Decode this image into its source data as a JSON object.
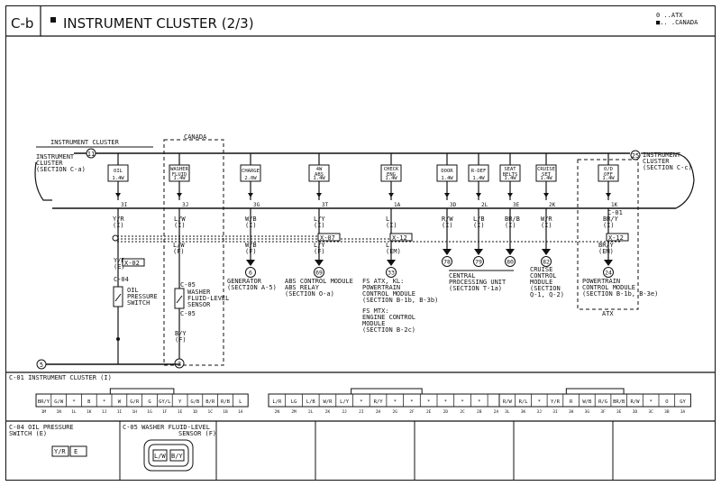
{
  "header": {
    "code": "C-b",
    "title": "INSTRUMENT CLUSTER (2/3)",
    "legend_line1": "0 ..ATX",
    "legend_line2": "■.. .CANADA"
  },
  "bus": {
    "label": "INSTRUMENT CLUSTER",
    "left_ref": "11",
    "left_lines": [
      "INSTRUMENT",
      "CLUSTER",
      "(SECTION C-a)"
    ],
    "right_ref": "25",
    "right_lines": [
      "INSTRUMENT",
      "CLUSTER",
      "(SECTION C-c)"
    ]
  },
  "canada_label": "CANADA",
  "atx_label": "ATX",
  "lamps": [
    {
      "name": "OIL",
      "rating": "1.4W",
      "pin": "3I"
    },
    {
      "name": "WASHER FLUID",
      "rating": "1.4W",
      "pin": "3J"
    },
    {
      "name": "CHARGE",
      "rating": "2.0W",
      "pin": "3G"
    },
    {
      "name": "4W ABS",
      "rating": "1.4W",
      "pin": "3T"
    },
    {
      "name": "CHECK ENG",
      "rating": "1.4W",
      "pin": "1A"
    },
    {
      "name": "DOOR",
      "rating": "1.4W",
      "pin": "3D"
    },
    {
      "name": "R-DEF",
      "rating": "1.4W",
      "pin": "2L"
    },
    {
      "name": "SEAT BELTS",
      "rating": "1.4W",
      "pin": "3E"
    },
    {
      "name": "CRUISE SET",
      "rating": "1.4W",
      "pin": "2K"
    },
    {
      "name": "O/D OFF",
      "rating": "1.4W",
      "pin": "1K"
    }
  ],
  "connector_ref": "C-01",
  "wires": {
    "oil": [
      "Y/R",
      "(I)",
      "Y/R",
      "(E)"
    ],
    "washer": [
      "L/W",
      "(I)",
      "L/W",
      "(F)"
    ],
    "charge": [
      "W/B",
      "(I)",
      "W/B",
      "(F)"
    ],
    "abs": [
      "L/Y",
      "(I)",
      "L/Y",
      "(F)"
    ],
    "check": [
      "L",
      "(I)",
      "L",
      "(EM)"
    ],
    "door": [
      "R/W",
      "(I)"
    ],
    "rdef": [
      "L/B",
      "(I)"
    ],
    "seat": [
      "BR/B",
      "(I)"
    ],
    "cruise": [
      "W/R",
      "(I)"
    ],
    "od": [
      "BR/Y",
      "(I)",
      "BR/Y",
      "(EM)"
    ]
  },
  "splice_labels": [
    "X-02",
    "X-07",
    "X-12",
    "X-12"
  ],
  "components": {
    "oil_switch": {
      "ref": "C-04",
      "lines": [
        "OIL",
        "PRESSURE",
        "SWITCH"
      ]
    },
    "washer_sensor": {
      "ref_top": "C-05",
      "ref_bottom": "C-05",
      "lines": [
        "WASHER",
        "FLUID-LEVEL",
        "SENSOR"
      ],
      "ground_wire": [
        "B/Y",
        "(F)"
      ],
      "ground_ref": "3"
    },
    "generator": {
      "ref": "6",
      "lines": [
        "GENERATOR",
        "(SECTION A-5)"
      ]
    },
    "abs": {
      "ref": "69",
      "lines": [
        "ABS CONTROL MODULE",
        "ABS RELAY",
        "(SECTION O-a)"
      ]
    },
    "pcm": {
      "ref": "33",
      "lines": [
        "FS ATX, KL:",
        "POWERTRAIN",
        "CONTROL MODULE",
        "(SECTION B-1b, B-3b)",
        "",
        "FS MTX:",
        "ENGINE CONTROL",
        "MODULE",
        "(SECTION B-2c)"
      ]
    },
    "cpu": {
      "refs": [
        "78",
        "79",
        "80"
      ],
      "lines": [
        "CENTRAL",
        "PROCESSING UNIT",
        "(SECTION T-1a)"
      ]
    },
    "cruise": {
      "ref": "82",
      "lines": [
        "CRUISE",
        "CONTROL",
        "MODULE",
        "(SECTION",
        "Q-1, Q-2)"
      ]
    },
    "od": {
      "ref": "24",
      "lines": [
        "POWERTRAIN",
        "CONTROL MODULE",
        "(SECTION B-1b, B-3e)"
      ]
    },
    "ground_ref": "5"
  },
  "connector_panel": {
    "title": "C-01 INSTRUMENT CLUSTER (I)",
    "groupA": {
      "top": [
        "BR/Y",
        "G/W",
        "*",
        "B",
        "*",
        "W",
        "G/R",
        "G",
        "GY/L",
        "Y",
        "G/B",
        "B/R",
        "R/B",
        "L"
      ],
      "bottom": [
        "1M",
        "1N",
        "1L",
        "1K",
        "1J",
        "1I",
        "1H",
        "1G",
        "1F",
        "1E",
        "1D",
        "1C",
        "1B",
        "1A"
      ]
    },
    "groupB": {
      "top": [
        "L/R",
        "LG",
        "L/B",
        "W/R",
        "L/Y",
        "*",
        "R/Y",
        "*",
        "*",
        "*",
        "*",
        "*",
        "*"
      ],
      "bottom": [
        "2N",
        "2M",
        "2L",
        "2K",
        "2J",
        "2I",
        "2H",
        "2G",
        "2F",
        "2E",
        "2D",
        "2C",
        "2B",
        "2A"
      ]
    },
    "groupC": {
      "top": [
        "R/W",
        "R/L",
        "*",
        "Y/R",
        "R",
        "W/B",
        "R/G",
        "BR/B",
        "R/W",
        "*",
        "O",
        "GY"
      ],
      "bottom": [
        "3L",
        "3K",
        "3J",
        "3I",
        "3H",
        "3G",
        "3F",
        "3E",
        "3D",
        "3C",
        "3B",
        "3A"
      ]
    }
  },
  "bottom_panels": [
    {
      "title": [
        "C-04 OIL PRESSURE",
        "SWITCH (E)"
      ],
      "pins": [
        "Y/R",
        "E"
      ]
    },
    {
      "title": [
        "C-05 WASHER FLUID-LEVEL",
        "SENSOR (F)"
      ],
      "pins": [
        "L/W",
        "B/Y"
      ]
    }
  ]
}
